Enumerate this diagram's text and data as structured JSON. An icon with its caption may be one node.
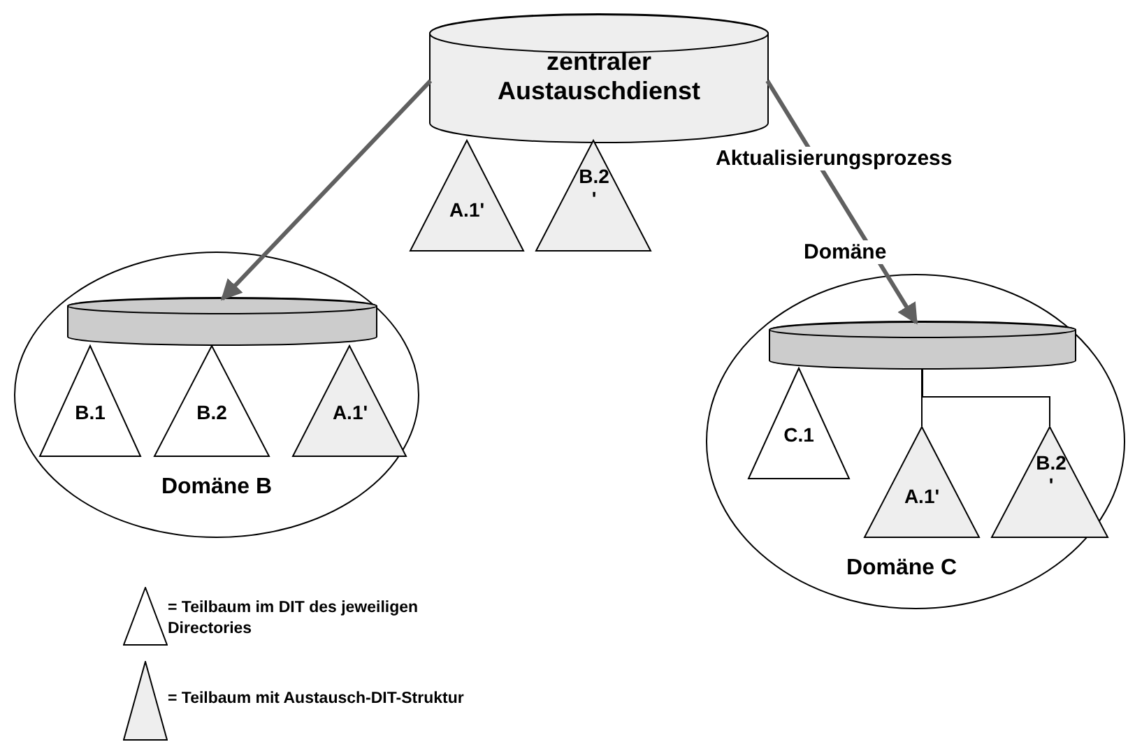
{
  "diagram": {
    "nodes": [
      {
        "text": [
          "zentraler Austauschdienst"
        ]
      },
      {
        "text": [
          "A.1'"
        ]
      },
      {
        "text": [
          "B.2 '"
        ]
      },
      {
        "text": [
          "Domäne B"
        ]
      },
      {
        "text": [],
        "shape": "cylinder",
        "in": 3
      },
      {
        "text": [
          "B.1"
        ],
        "in": 3
      },
      {
        "text": [
          "B.2"
        ],
        "in": 3
      },
      {
        "text": [
          "A.1'"
        ],
        "in": 3
      },
      {
        "text": [
          "Domäne C"
        ]
      },
      {
        "text": [],
        "shape": "cylinder",
        "in": 8
      },
      {
        "text": [
          "C.1"
        ],
        "in": 8
      },
      {
        "text": [
          "A.1'"
        ],
        "in": 8
      },
      {
        "text": [
          "B.2 '"
        ],
        "in": 8
      }
    ],
    "edges": [
      {
        "from": 0,
        "to": 4,
        "arrow": "to",
        "style": "thick",
        "color": "#606060"
      },
      {
        "from": 0,
        "to": 9,
        "arrow": "to",
        "label": "Aktualisierungsprozess",
        "style": "thick",
        "color": "#606060"
      },
      {
        "from": 9,
        "to": 11,
        "arrow": "none",
        "color": "#000000"
      },
      {
        "from": 9,
        "to": 12,
        "arrow": "none",
        "color": "#000000"
      }
    ],
    "labels": [
      "Domäne"
    ],
    "legend": [
      {
        "text": "= Teilbaum im DIT des jeweiligen Directories"
      },
      {
        "text": "= Teilbaum mit Austausch-DIT-Struktur"
      }
    ]
  }
}
